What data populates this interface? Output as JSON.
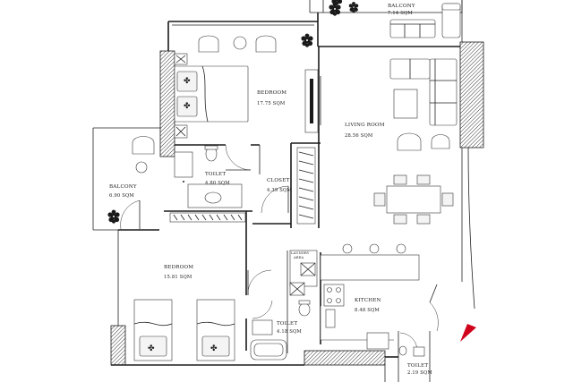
{
  "rooms": {
    "balcony_top": {
      "name": "BALCONY",
      "area": "7.14 SQM"
    },
    "bedroom_master": {
      "name": "BEDROOM",
      "area": "17.75 SQM"
    },
    "living_room": {
      "name": "LIVING ROOM",
      "area": "28.56 SQM"
    },
    "toilet_master": {
      "name": "TOILET",
      "area": "4.80 SQM"
    },
    "closet": {
      "name": "CLOSET",
      "area": "4.39 SQM"
    },
    "balcony_left": {
      "name": "BALCONY",
      "area": "6.90 SQM"
    },
    "bedroom_second": {
      "name": "BEDROOM",
      "area": "15.81 SQM"
    },
    "kitchen": {
      "name": "KITCHEN",
      "area": "8.48 SQM"
    },
    "toilet_second": {
      "name": "TOILET",
      "area": "4.18 SQM"
    },
    "toilet_guest": {
      "name": "TOILET",
      "area": "2.19 SQM"
    }
  },
  "utility": {
    "line1": "LAUNDRY",
    "line2": "AREA"
  },
  "colors": {
    "north_arrow": "#d0021b",
    "wall": "#1b1b1b",
    "plant": "#1a1a1a"
  },
  "icons": [
    "plant-icon",
    "north-arrow-icon",
    "bed-icon",
    "sofa-icon",
    "dining-table-icon",
    "toilet-icon",
    "bathtub-icon",
    "stove-icon"
  ]
}
